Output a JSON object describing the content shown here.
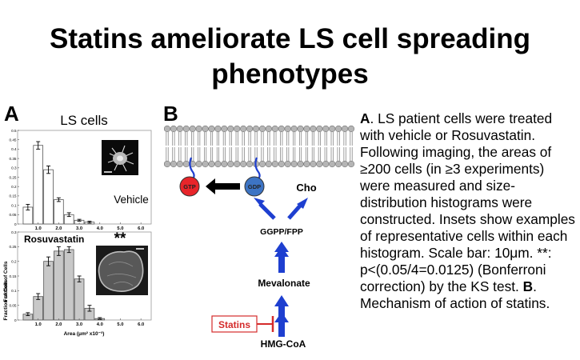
{
  "title": {
    "line1": "Statins ameliorate LS cell spreading",
    "line2": "phenotypes"
  },
  "panel_a": {
    "letter": "A",
    "heading": "LS cells",
    "y_label": "Fraction of Cells",
    "x_label": "Area (μm² x10⁻³)",
    "top_y_ticks": [
      "0.5",
      "0.45",
      "0.4",
      "0.35",
      "0.3",
      "0.25",
      "0.2",
      "0.15",
      "0.1",
      "0.05",
      "0"
    ],
    "bottom_y_ticks": [
      "0.3",
      "0.25",
      "0.2",
      "0.15",
      "0.1",
      "0.05",
      "0"
    ],
    "x_ticks": [
      "1.0",
      "2.0",
      "3.0",
      "4.0",
      "5.0",
      "6.0"
    ],
    "vehicle_label": "Vehicle",
    "rosuvastatin_label": "Rosuvastatin",
    "significance": "**"
  },
  "chart_data": [
    {
      "type": "bar",
      "series": [
        {
          "name": "Vehicle",
          "values": [
            0.09,
            0.42,
            0.29,
            0.13,
            0.05,
            0.02,
            0.01
          ]
        }
      ],
      "x": [
        0.5,
        1.0,
        1.5,
        2.0,
        2.5,
        3.0,
        3.5
      ],
      "errors": [
        0.015,
        0.02,
        0.02,
        0.01,
        0.01,
        0.005,
        0.005
      ],
      "xlim": [
        0,
        6.5
      ],
      "ylim": [
        0,
        0.5
      ],
      "ylabel": "Fraction of Cells"
    },
    {
      "type": "bar",
      "series": [
        {
          "name": "Rosuvastatin",
          "values": [
            0.02,
            0.08,
            0.2,
            0.235,
            0.24,
            0.14,
            0.04,
            0.005
          ]
        }
      ],
      "x": [
        0.5,
        1.0,
        1.5,
        2.0,
        2.5,
        3.0,
        3.5,
        4.0
      ],
      "errors": [
        0.005,
        0.01,
        0.015,
        0.015,
        0.01,
        0.01,
        0.01,
        0.003
      ],
      "xlim": [
        0,
        6.5
      ],
      "ylim": [
        0,
        0.3
      ],
      "ylabel": "Fraction of Cells",
      "xlabel": "Area (μm² x10⁻³)"
    }
  ],
  "panel_b": {
    "letter": "B",
    "gtp": "GTP",
    "gdp": "GDP",
    "cho": "Cho",
    "ggpp": "GGPP/FPP",
    "mevalonate": "Mevalonate",
    "hmg": "HMG-CoA",
    "statins": "Statins"
  },
  "description": {
    "a_letter": "A",
    "a_text": ". LS patient cells were treated with vehicle or Rosuvastatin. Following imaging, the areas of ≥200 cells (in ≥3 experiments) were measured and size-distribution histograms were constructed. Insets show examples of representative cells within each histogram. Scale bar: 10μm. **: p<(0.05/4=0.0125) (Bonferroni correction) by the KS test. ",
    "b_letter": "B",
    "b_text": ". Mechanism of action of statins."
  },
  "colors": {
    "vehicle_bar": "#ffffff",
    "rosuvastatin_bar": "#c8c8c8",
    "gtp": "#e8252a",
    "gdp": "#3d74c4",
    "arrow_blue": "#1e3fd0",
    "statins_red": "#d42b2b",
    "membrane_head": "#b5b5b5"
  }
}
